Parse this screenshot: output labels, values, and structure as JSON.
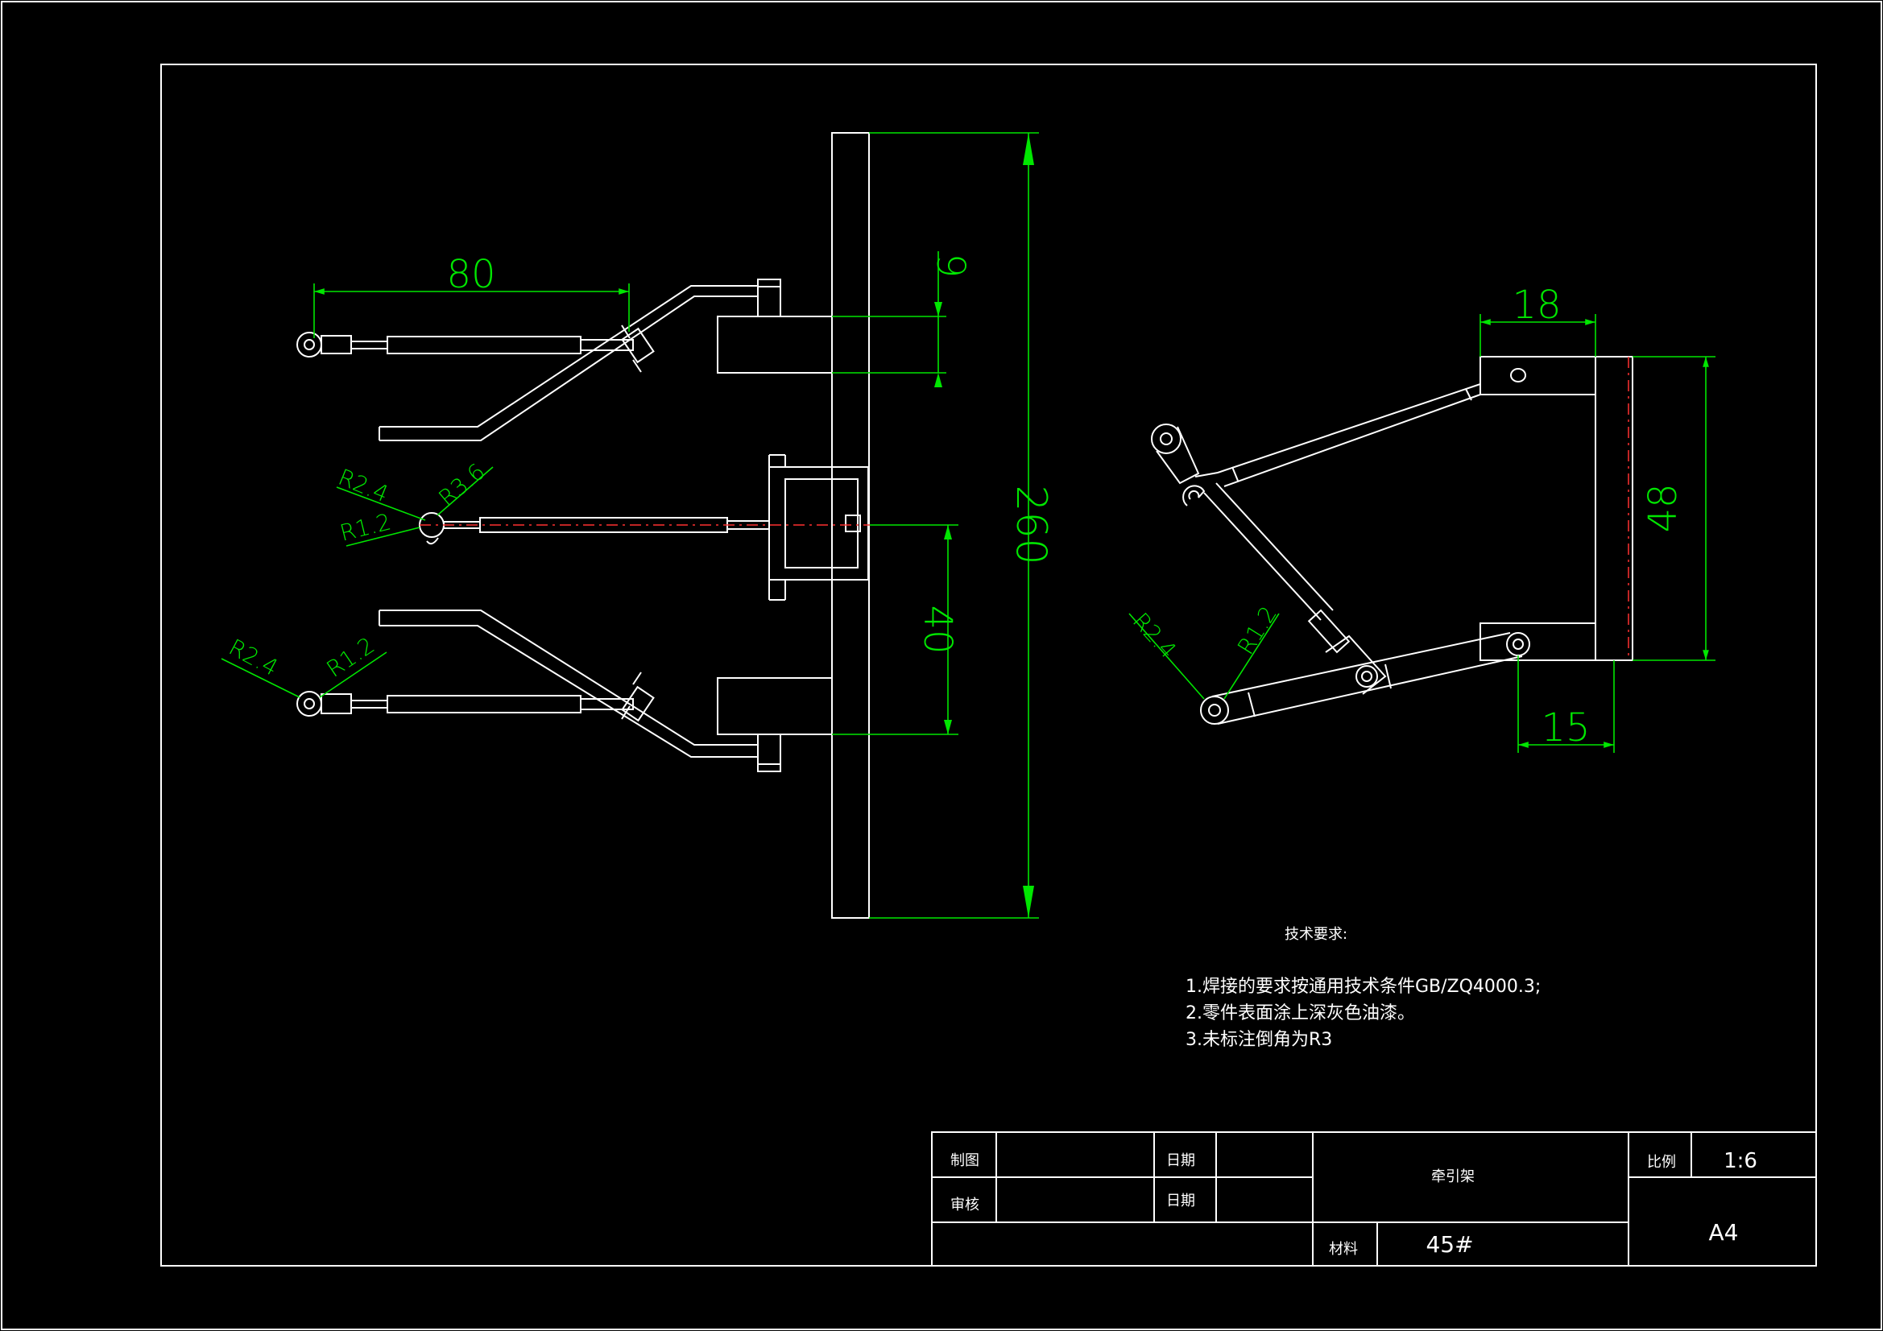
{
  "colors": {
    "background": "#000000",
    "geometry": "#ffffff",
    "dimension": "#00e600",
    "centerline": "#ff3030"
  },
  "dimensions": {
    "top_view": {
      "width_80": "80",
      "gap_9": "9",
      "height_260": "260",
      "gap_40": "40",
      "radius_upper_r24": "R2.4",
      "radius_upper_r36": "R3.6",
      "radius_upper_r12": "R1.2",
      "radius_lower_r24": "R2.4",
      "radius_lower_r12": "R1.2"
    },
    "side_view": {
      "width_18": "18",
      "height_48": "48",
      "width_15": "15",
      "radius_r24": "R2.4",
      "radius_r12": "R1.2"
    }
  },
  "technical_requirements": {
    "heading": "技术要求:",
    "items": [
      "1.焊接的要求按通用技术条件GB/ZQ4000.3;",
      "2.零件表面涂上深灰色油漆。",
      "3.未标注倒角为R3"
    ]
  },
  "title_block": {
    "drawn_label": "制图",
    "checked_label": "审核",
    "date_label_1": "日期",
    "date_label_2": "日期",
    "part_name": "牵引架",
    "scale_label": "比例",
    "scale_value": "1:6",
    "material_label": "材料",
    "material_value": "45#",
    "sheet_size": "A4"
  }
}
